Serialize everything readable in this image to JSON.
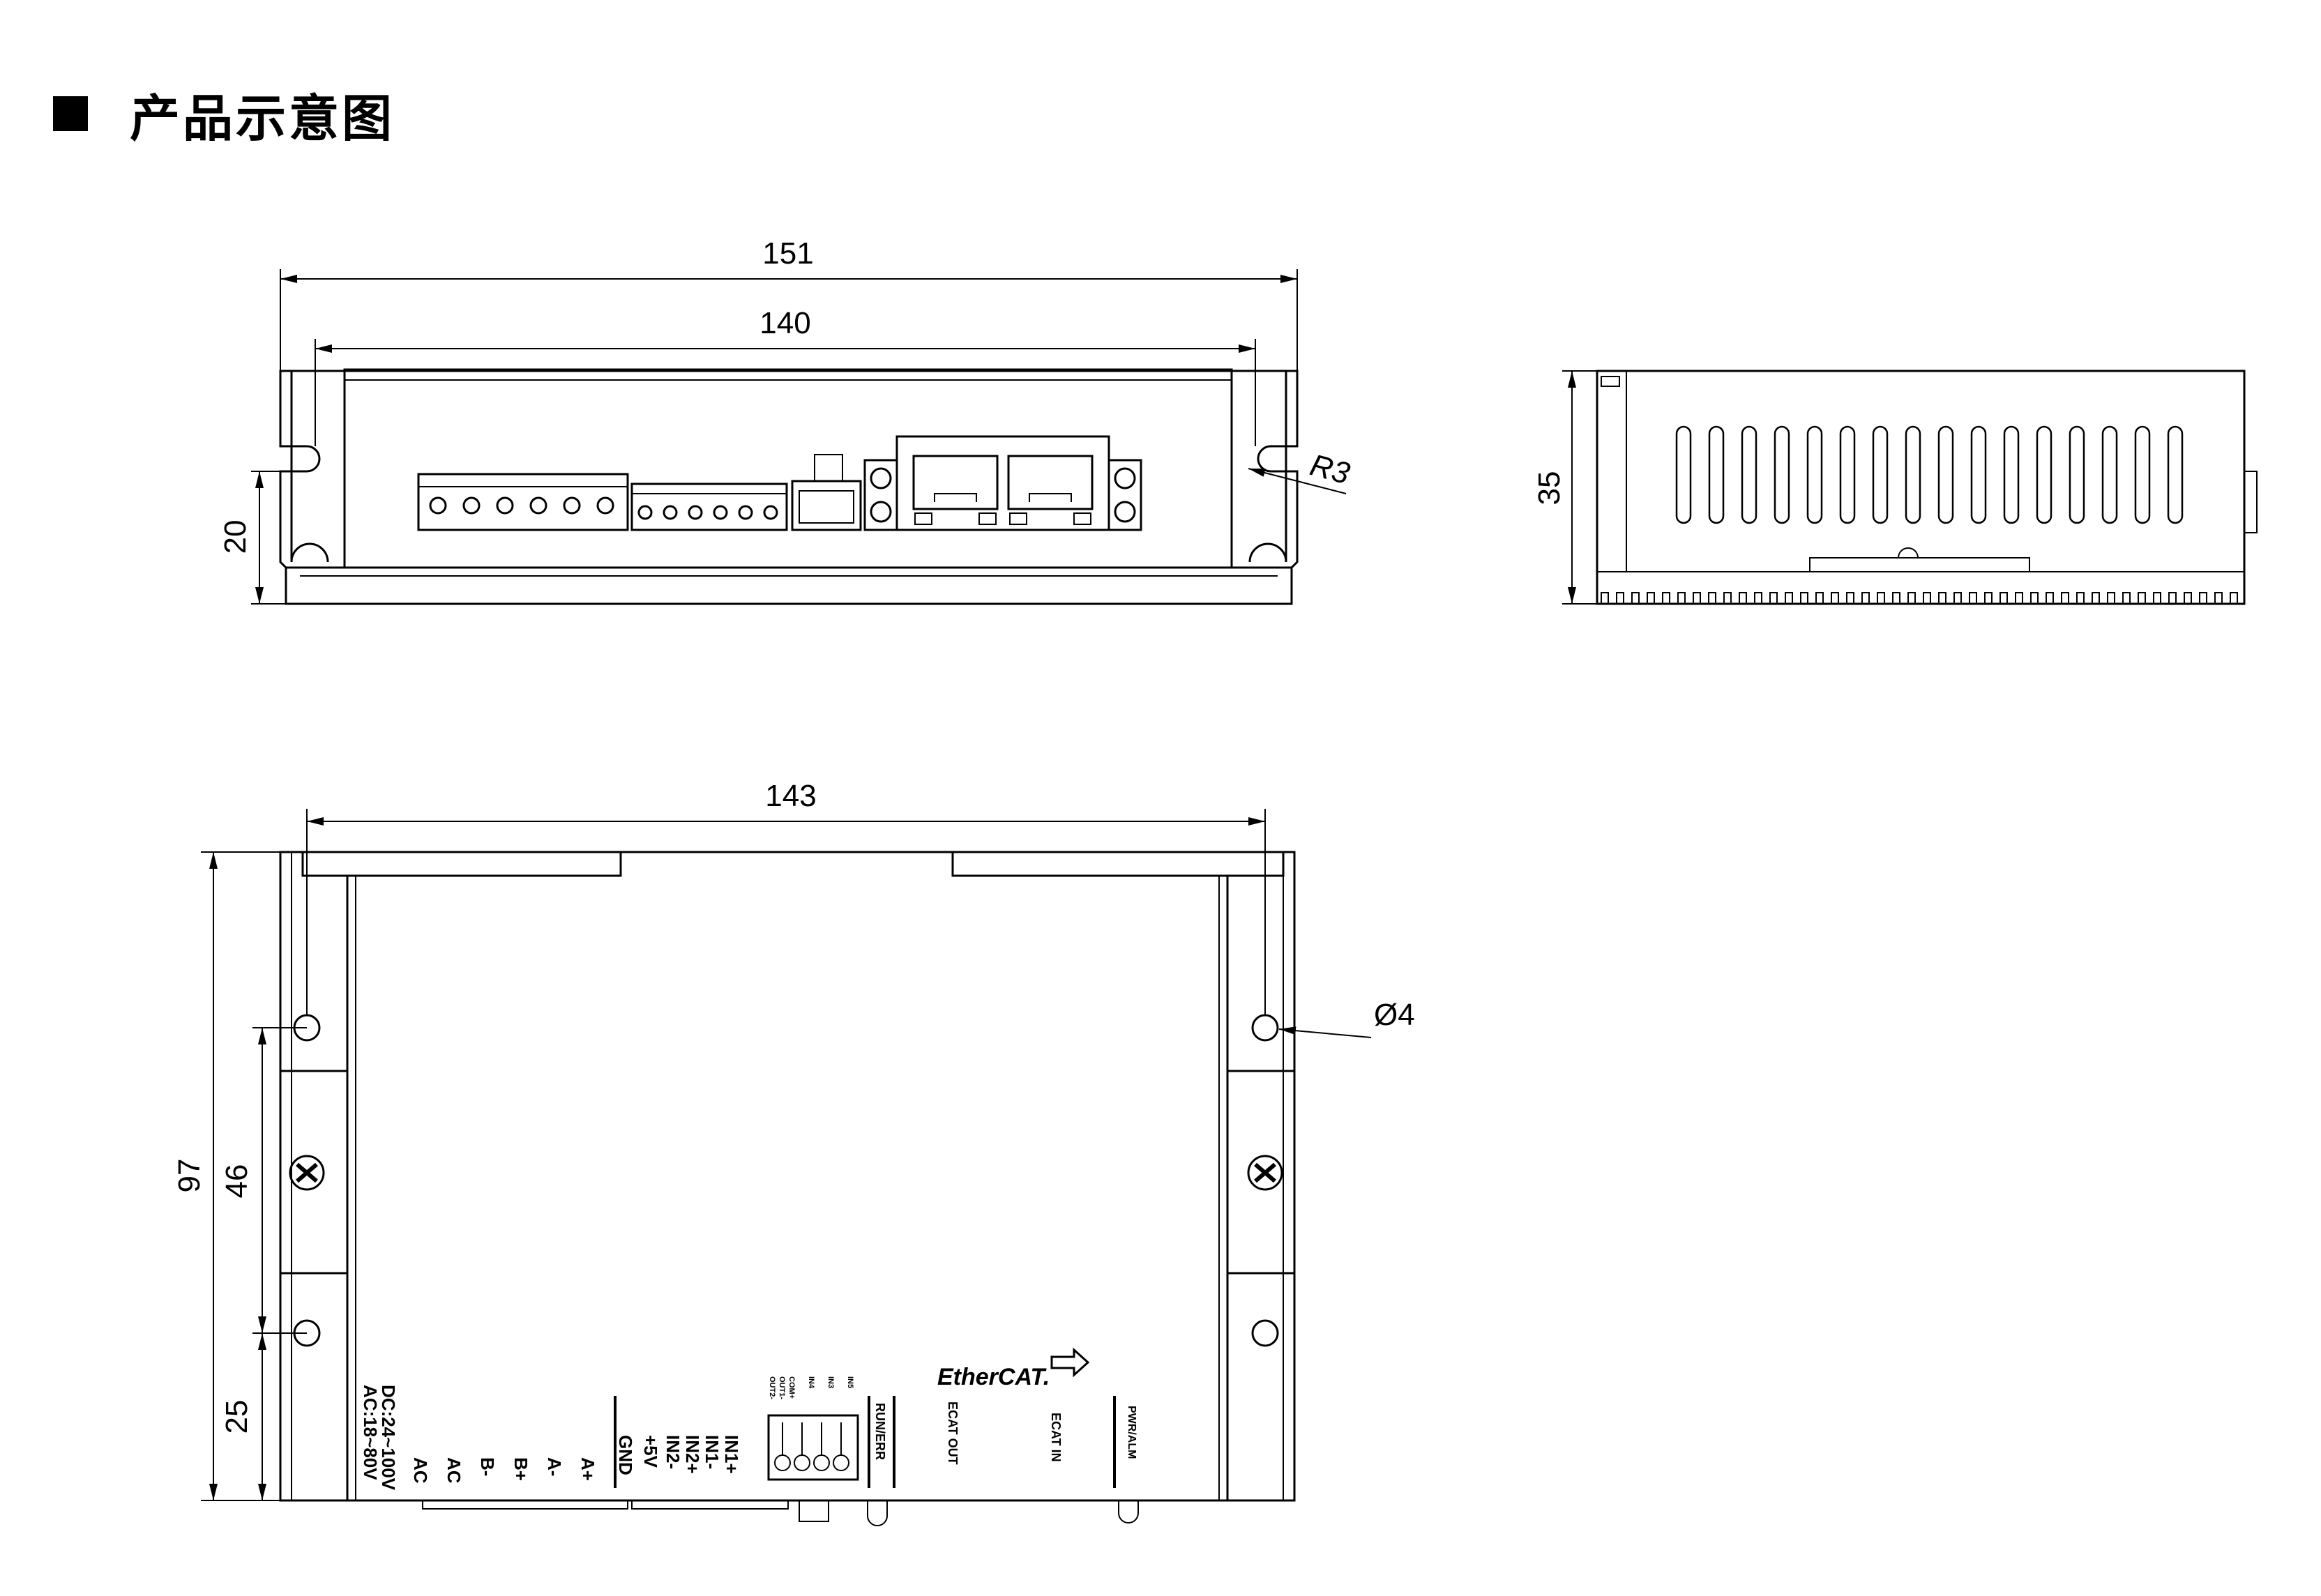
{
  "header": {
    "title": "产品示意图"
  },
  "front_view": {
    "dim_width_overall": "151",
    "dim_width_body": "140",
    "dim_height_slot": "20",
    "dim_radius": "R3"
  },
  "side_view": {
    "dim_height": "35"
  },
  "top_view": {
    "dim_hole_span": "143",
    "dim_height": "97",
    "dim_hole_pitch": "46",
    "dim_hole_offset": "25",
    "dim_hole_dia": "Ø4",
    "power_label_line1": "DC:24~100V",
    "power_label_line2": "AC:18~80V",
    "motor_terminals": [
      "AC",
      "AC",
      "B-",
      "B+",
      "A-",
      "A+"
    ],
    "io_terminals": [
      "GND",
      "+5V",
      "IN2-",
      "IN2+",
      "IN1-",
      "IN1+"
    ],
    "out_terminals": [
      "OUT2-",
      "OUT1-",
      "COM+",
      "IN4",
      "IN3",
      "IN5"
    ],
    "status_label": "RUN/ERR",
    "ecat_out_label": "ECAT  OUT",
    "ecat_in_label": "ECAT  IN",
    "pwr_label": "PWR/ALM",
    "brand_logo": "EtherCAT."
  }
}
